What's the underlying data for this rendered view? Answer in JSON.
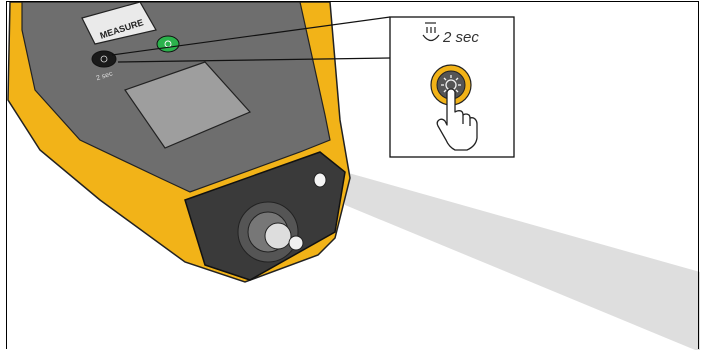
{
  "device": {
    "measure_label": "MEASURE",
    "duration_label": "2 sec",
    "brand_color": "#f2b318",
    "body_color": "#6b6b6b",
    "power_button_color": "#2bb24c"
  },
  "callout": {
    "duration_text": "2 sec",
    "icons": [
      "plug-icon",
      "light-bulb-icon",
      "pointing-hand-icon"
    ]
  }
}
